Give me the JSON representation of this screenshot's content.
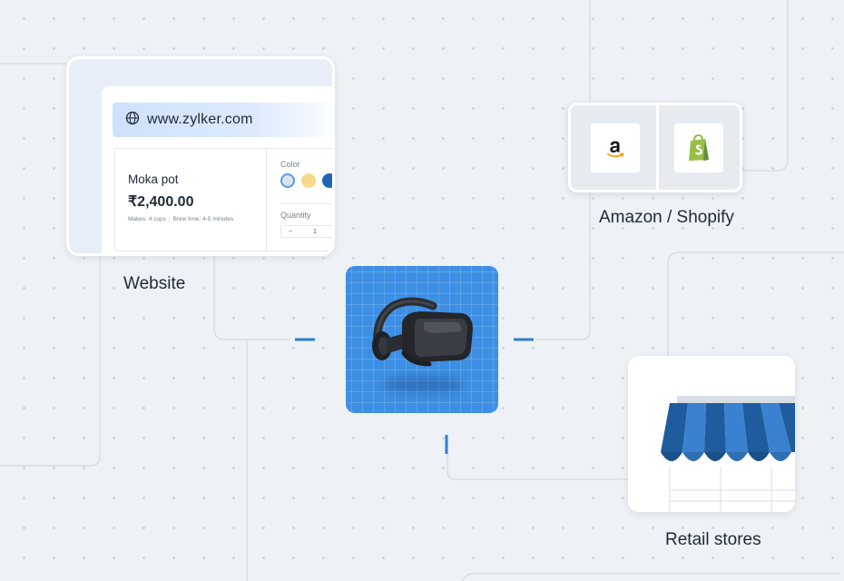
{
  "website": {
    "url": "www.zylker.com",
    "product_name": "Moka pot",
    "price": "₹2,400.00",
    "meta_makes": "Makes: 4 cups",
    "meta_brew": "Brew time: 4-5 minutes",
    "color_label": "Color",
    "colors": [
      "#dde3ea",
      "#f8d98a",
      "#1e67b8"
    ],
    "quantity_label": "Quantity",
    "quantity_minus": "−",
    "quantity_value": "1",
    "label": "Website"
  },
  "marketplaces": {
    "label": "Amazon / Shopify",
    "logos": [
      "amazon-logo",
      "shopify-logo"
    ]
  },
  "center": {
    "image": "vr-headset",
    "accent": "#3d8fe4"
  },
  "retail": {
    "label": "Retail stores",
    "image": "storefront-awning"
  },
  "colors": {
    "connector": "#2f7fd1",
    "background": "#eef1f5",
    "text": "#1f2a37"
  }
}
